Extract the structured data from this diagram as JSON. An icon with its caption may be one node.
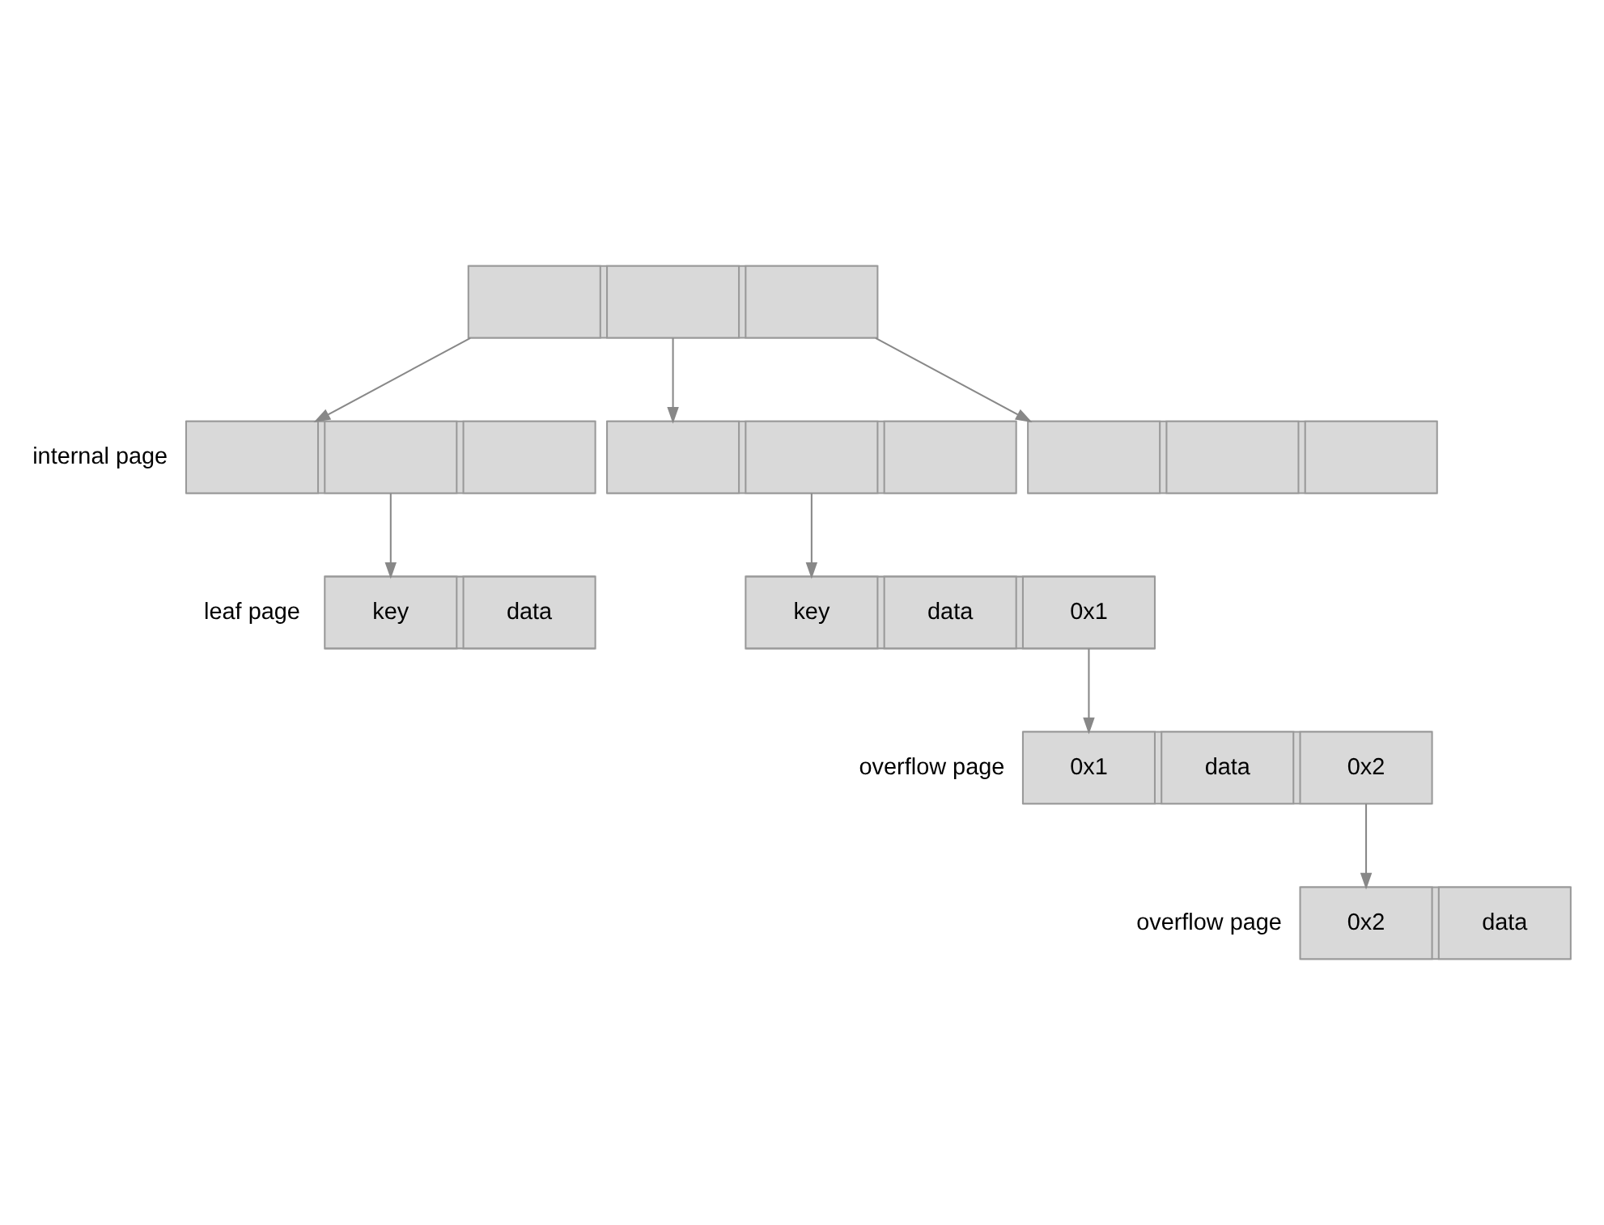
{
  "diagram": {
    "nodes": [
      {
        "text": [],
        "shape": "box"
      },
      {
        "text": [],
        "shape": "box",
        "in": 0
      },
      {
        "text": [],
        "shape": "box",
        "in": 0
      },
      {
        "text": [],
        "shape": "box",
        "in": 0
      },
      {
        "text": [],
        "shape": "box"
      },
      {
        "text": [],
        "shape": "box",
        "in": 4
      },
      {
        "text": [],
        "shape": "box",
        "in": 4
      },
      {
        "text": [],
        "shape": "box",
        "in": 4
      },
      {
        "text": [],
        "shape": "box"
      },
      {
        "text": [],
        "shape": "box",
        "in": 8
      },
      {
        "text": [],
        "shape": "box",
        "in": 8
      },
      {
        "text": [],
        "shape": "box",
        "in": 8
      },
      {
        "text": [],
        "shape": "box"
      },
      {
        "text": [],
        "shape": "box",
        "in": 12
      },
      {
        "text": [],
        "shape": "box",
        "in": 12
      },
      {
        "text": [],
        "shape": "box",
        "in": 12
      },
      {
        "text": [],
        "shape": "box"
      },
      {
        "text": [
          "key"
        ],
        "in": 16
      },
      {
        "text": [
          "data"
        ],
        "in": 16
      },
      {
        "text": [],
        "shape": "box"
      },
      {
        "text": [
          "key"
        ],
        "in": 19
      },
      {
        "text": [
          "data"
        ],
        "in": 19
      },
      {
        "text": [
          "0x1"
        ],
        "in": 19
      },
      {
        "text": [],
        "shape": "box"
      },
      {
        "text": [
          "0x1"
        ],
        "in": 23
      },
      {
        "text": [
          "data"
        ],
        "in": 23
      },
      {
        "text": [
          "0x2"
        ],
        "in": 23
      },
      {
        "text": [],
        "shape": "box"
      },
      {
        "text": [
          "0x2"
        ],
        "in": 27
      },
      {
        "text": [
          "data"
        ],
        "in": 27
      }
    ],
    "edges": [
      {
        "from": 1,
        "to": 5,
        "arrow": "to"
      },
      {
        "from": 2,
        "to": 9,
        "arrow": "to"
      },
      {
        "from": 3,
        "to": 13,
        "arrow": "to"
      },
      {
        "from": 6,
        "to": 17,
        "arrow": "to"
      },
      {
        "from": 10,
        "to": 20,
        "arrow": "to"
      },
      {
        "from": 22,
        "to": 24,
        "arrow": "to"
      },
      {
        "from": 26,
        "to": 28,
        "arrow": "to"
      }
    ],
    "labels": [
      "internal page",
      "leaf page",
      "overflow page",
      "overflow page"
    ]
  }
}
